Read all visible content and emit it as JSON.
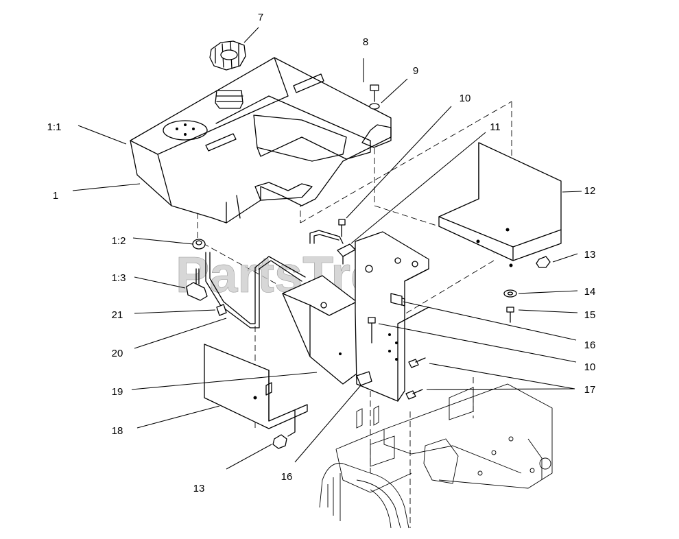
{
  "watermark": {
    "brand": "PartsTree",
    "trademark": "TM"
  },
  "callouts": [
    {
      "id": "c-7",
      "label": "7"
    },
    {
      "id": "c-8",
      "label": "8"
    },
    {
      "id": "c-9",
      "label": "9"
    },
    {
      "id": "c-10a",
      "label": "10"
    },
    {
      "id": "c-11",
      "label": "11"
    },
    {
      "id": "c-1-1",
      "label": "1:1"
    },
    {
      "id": "c-1",
      "label": "1"
    },
    {
      "id": "c-12",
      "label": "12"
    },
    {
      "id": "c-1-2",
      "label": "1:2"
    },
    {
      "id": "c-1-3",
      "label": "1:3"
    },
    {
      "id": "c-13a",
      "label": "13"
    },
    {
      "id": "c-14",
      "label": "14"
    },
    {
      "id": "c-21",
      "label": "21"
    },
    {
      "id": "c-15",
      "label": "15"
    },
    {
      "id": "c-16a",
      "label": "16"
    },
    {
      "id": "c-20",
      "label": "20"
    },
    {
      "id": "c-10b",
      "label": "10"
    },
    {
      "id": "c-19",
      "label": "19"
    },
    {
      "id": "c-17",
      "label": "17"
    },
    {
      "id": "c-18",
      "label": "18"
    },
    {
      "id": "c-16b",
      "label": "16"
    },
    {
      "id": "c-13b",
      "label": "13"
    }
  ]
}
